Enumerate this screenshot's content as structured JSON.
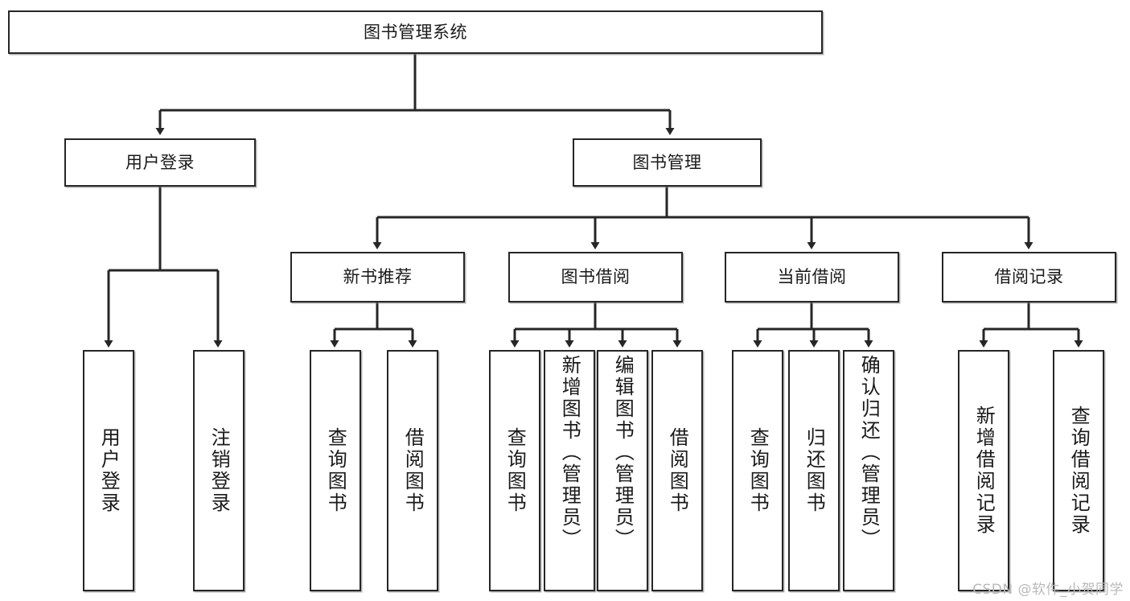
{
  "diagram": {
    "title": "图书管理系统",
    "type": "tree",
    "watermark": "CSDN @软件_小贺同学",
    "colors": {
      "box_border": "#262626",
      "box_fill": "#ffffff",
      "line": "#262626",
      "text": "#1a1a1a",
      "watermark": "#b9b9b9",
      "background": "#ffffff"
    },
    "nodes": {
      "root": {
        "label": "图书管理系统"
      },
      "level2": [
        {
          "id": "user-login",
          "label": "用户登录"
        },
        {
          "id": "book-manage",
          "label": "图书管理"
        }
      ],
      "level3": [
        {
          "id": "new-book-recommend",
          "label": "新书推荐"
        },
        {
          "id": "book-borrow",
          "label": "图书借阅"
        },
        {
          "id": "current-borrow",
          "label": "当前借阅"
        },
        {
          "id": "borrow-record",
          "label": "借阅记录"
        }
      ],
      "leaves": [
        {
          "id": "leaf-user-login",
          "label": "用户登录",
          "parent": "user-login"
        },
        {
          "id": "leaf-user-logout",
          "label": "注销登录",
          "parent": "user-login"
        },
        {
          "id": "leaf-query-book-1",
          "label": "查询图书",
          "parent": "new-book-recommend"
        },
        {
          "id": "leaf-borrow-book-1",
          "label": "借阅图书",
          "parent": "new-book-recommend"
        },
        {
          "id": "leaf-query-book-2",
          "label": "查询图书",
          "parent": "book-borrow"
        },
        {
          "id": "leaf-add-book",
          "label": "新增图书（管理员）",
          "parent": "book-borrow"
        },
        {
          "id": "leaf-edit-book",
          "label": "编辑图书（管理员）",
          "parent": "book-borrow"
        },
        {
          "id": "leaf-borrow-book-2",
          "label": "借阅图书",
          "parent": "book-borrow"
        },
        {
          "id": "leaf-query-book-3",
          "label": "查询图书",
          "parent": "current-borrow"
        },
        {
          "id": "leaf-return-book",
          "label": "归还图书",
          "parent": "current-borrow"
        },
        {
          "id": "leaf-confirm-return",
          "label": "确认归还（管理员）",
          "parent": "current-borrow"
        },
        {
          "id": "leaf-add-record",
          "label": "新增借阅记录",
          "parent": "borrow-record"
        },
        {
          "id": "leaf-query-record",
          "label": "查询借阅记录",
          "parent": "borrow-record"
        }
      ]
    }
  }
}
